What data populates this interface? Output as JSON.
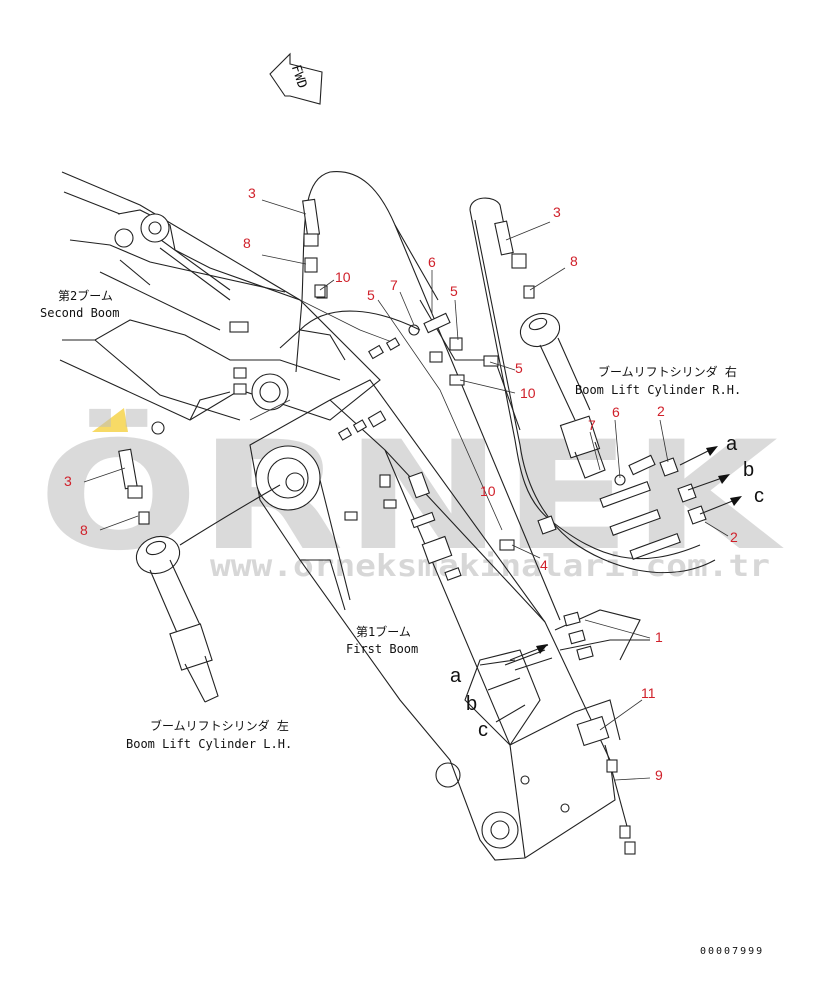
{
  "direction_indicator": {
    "label": "FWD"
  },
  "boom_labels": {
    "second_boom_jp": "第2ブーム",
    "second_boom_en": "Second Boom",
    "first_boom_jp": "第1ブーム",
    "first_boom_en": "First Boom",
    "cyl_lh_jp": "ブームリフトシリンダ 左",
    "cyl_lh_en": "Boom Lift Cylinder L.H.",
    "cyl_rh_jp": "ブームリフトシリンダ 右",
    "cyl_rh_en": "Boom Lift Cylinder R.H."
  },
  "port_letters": {
    "right": [
      "a",
      "b",
      "c"
    ],
    "boom": [
      "a",
      "b",
      "c"
    ]
  },
  "callouts": {
    "c1": "1",
    "c2a": "2",
    "c2b": "2",
    "c3a": "3",
    "c3b": "3",
    "c3c": "3",
    "c4": "4",
    "c5a": "5",
    "c5b": "5",
    "c5c": "5",
    "c6a": "6",
    "c6b": "6",
    "c7a": "7",
    "c7b": "7",
    "c8a": "8",
    "c8b": "8",
    "c8c": "8",
    "c9": "9",
    "c10a": "10",
    "c10b": "10",
    "c10c": "10",
    "c11": "11"
  },
  "watermark": {
    "brand": "ÖRNEK",
    "url": "www.orneksmakinalari.com.tr"
  },
  "document_number": "00007999",
  "colors": {
    "callout": "#d0202a",
    "line": "#222222",
    "watermark": "#bdbdbd",
    "watermark_accent": "#f2c200"
  }
}
